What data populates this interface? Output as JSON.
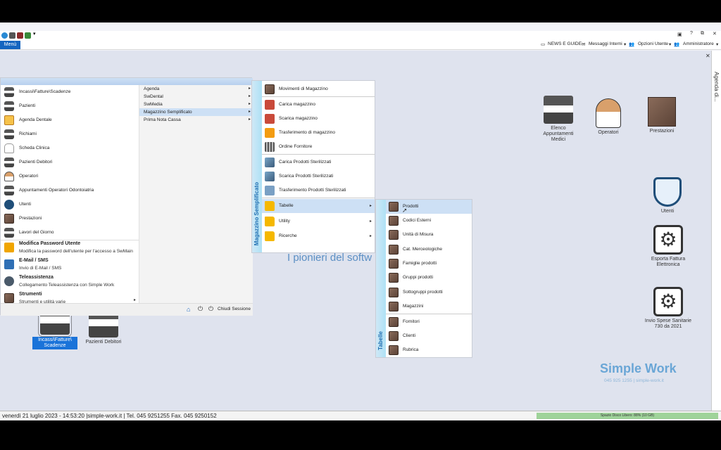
{
  "topbar": {
    "menu_label": "Menù"
  },
  "nav": {
    "news": "NEWS E GUIDE",
    "messages": "Messaggi Interni",
    "options": "Opzioni Utente",
    "admin": "Amministratore"
  },
  "side_tab": "Agenda di...",
  "main_menu": {
    "items": [
      {
        "label": "Incassi\\Fatture\\Scadenze",
        "icon": "printer-icon"
      },
      {
        "label": "Pazienti",
        "icon": "printer-icon"
      },
      {
        "label": "Agenda Dentale",
        "icon": "calendar-icon"
      },
      {
        "label": "Richiami",
        "icon": "printer-icon"
      },
      {
        "label": "Scheda Clinica",
        "icon": "tooth-icon"
      },
      {
        "label": "Pazienti Debitori",
        "icon": "printer-icon"
      },
      {
        "label": "Operatori",
        "icon": "doctor-icon"
      },
      {
        "label": "Appuntamenti Operatori Odontoiatria",
        "icon": "printer-icon"
      },
      {
        "label": "Utenti",
        "icon": "users-icon"
      },
      {
        "label": "Prestazioni",
        "icon": "box-icon"
      },
      {
        "label": "Lavori del Giorno",
        "icon": "printer-icon"
      }
    ],
    "big_items": [
      {
        "title": "Modifica Password Utente",
        "desc": "Modifica la password dell'utente per l'accesso a SwMain",
        "icon": "lock-icon"
      },
      {
        "title": "E-Mail / SMS",
        "desc": "Invio di E-Mail / SMS",
        "icon": "mail-icon"
      },
      {
        "title": "Teleassistenza",
        "desc": "Collegamento Teleassistenza con Simple Work",
        "icon": "support-icon"
      },
      {
        "title": "Strumenti",
        "desc": "Strumenti e utilità varie",
        "icon": "box-icon"
      }
    ],
    "right_items": [
      "Agenda",
      "SwDental",
      "SwMedia",
      "Magazzino Semplificato",
      "Prima Nota Cassa"
    ],
    "footer_close": "Chiudi Sessione"
  },
  "magazzino_menu": {
    "band_title": "Magazzino Semplificato",
    "items": [
      {
        "label": "Movimenti di Magazzino",
        "icon": "box-icon"
      },
      {
        "label": "Carica magazzino",
        "icon": "cart-in-icon"
      },
      {
        "label": "Scarica magazzino",
        "icon": "cart-out-icon"
      },
      {
        "label": "Trasferimento di magazzino",
        "icon": "truck-icon"
      },
      {
        "label": "Ordine Fornitore",
        "icon": "grid-icon"
      },
      {
        "label": "Carica Prodotti Sterilizzati",
        "icon": "syringe-icon"
      },
      {
        "label": "Scarica Prodotti Sterilizzati",
        "icon": "syringe-icon"
      },
      {
        "label": "Trasferimento Prodotti Sterilizzati",
        "icon": "van-icon"
      },
      {
        "label": "Tabelle",
        "icon": "folder-icon"
      },
      {
        "label": "Utility",
        "icon": "folder-icon"
      },
      {
        "label": "Ricerche",
        "icon": "folder-icon"
      }
    ]
  },
  "tabelle_menu": {
    "band_title": "Tabelle",
    "items": [
      "Prodotti",
      "Codici Esterni",
      "Unità di Misura",
      "Cat. Merceologiche",
      "Famiglie prodotti",
      "Gruppi prodotti",
      "Sottogruppi prodotti",
      "Magazzini",
      "Fornitori",
      "Clienti",
      "Rubrica"
    ]
  },
  "desktop": {
    "icons": [
      {
        "label": "Elenco Appuntamenti Medici",
        "icon": "printer-icon"
      },
      {
        "label": "Operatori",
        "icon": "doctor-icon"
      },
      {
        "label": "Prestazioni",
        "icon": "box-icon"
      },
      {
        "label": "Utenti",
        "icon": "shield-user-icon"
      },
      {
        "label": "Esporta Fattura Elettronica",
        "icon": "gear-icon"
      },
      {
        "label": "Invio Spese Sanitarie 730 da 2021",
        "icon": "gear-icon"
      },
      {
        "label": "Incassi\\Fatture\\ Scadenze",
        "icon": "printer-icon"
      },
      {
        "label": "Pazienti Debitori",
        "icon": "printer-icon"
      }
    ],
    "slogan": "I pionieri del softw",
    "brand": "Simple Work",
    "brand_contact": "045 925 1255 | simple-work.it"
  },
  "status": {
    "text": "venerdì 21 luglio  2023 - 14:53:20  |simple-work.it |  Tel. 045 9251255 Fax. 045 9250152",
    "disk": "Spazio Disco Libero: 88% (10 GB)",
    "disk_free_fraction": 0.88
  }
}
